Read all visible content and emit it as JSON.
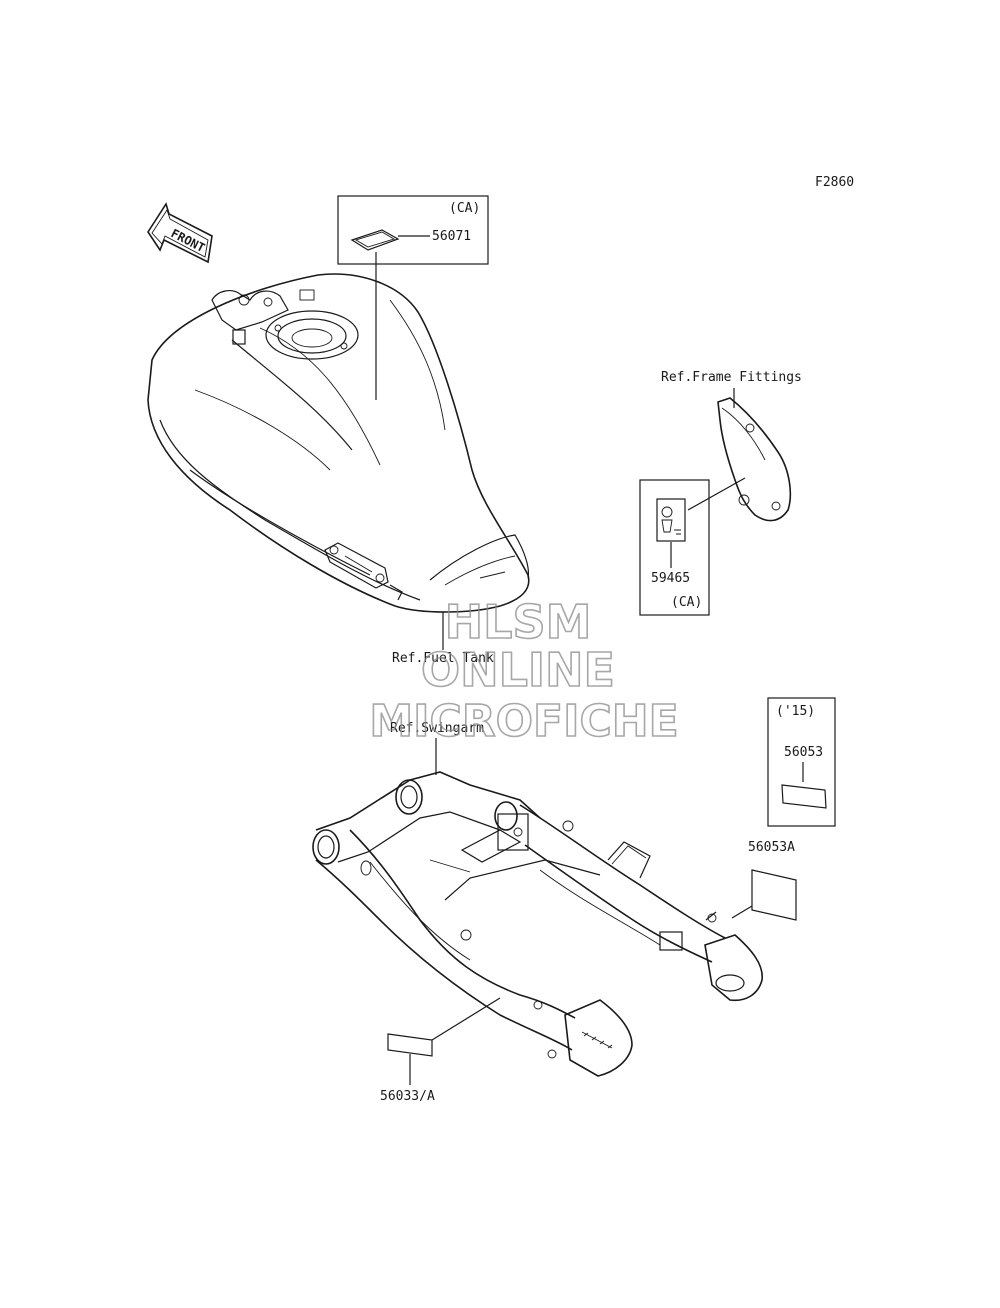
{
  "figure_code": "F2860",
  "front_marker": "FRONT",
  "labels": {
    "fuel_tank_ref": "Ref.Fuel Tank",
    "frame_fittings_ref": "Ref.Frame Fittings",
    "swingarm_ref": "Ref.Swingarm"
  },
  "parts": {
    "p56071": {
      "number": "56071",
      "note": "(CA)"
    },
    "p59465": {
      "number": "59465",
      "note": "(CA)"
    },
    "p56053": {
      "number": "56053",
      "note": "('15)"
    },
    "p56053a": {
      "number": "56053A"
    },
    "p56033": {
      "number": "56033/A"
    }
  },
  "watermark": {
    "line1": "HLSM",
    "line2": "ONLINE",
    "line3": "MICROFICHE"
  }
}
